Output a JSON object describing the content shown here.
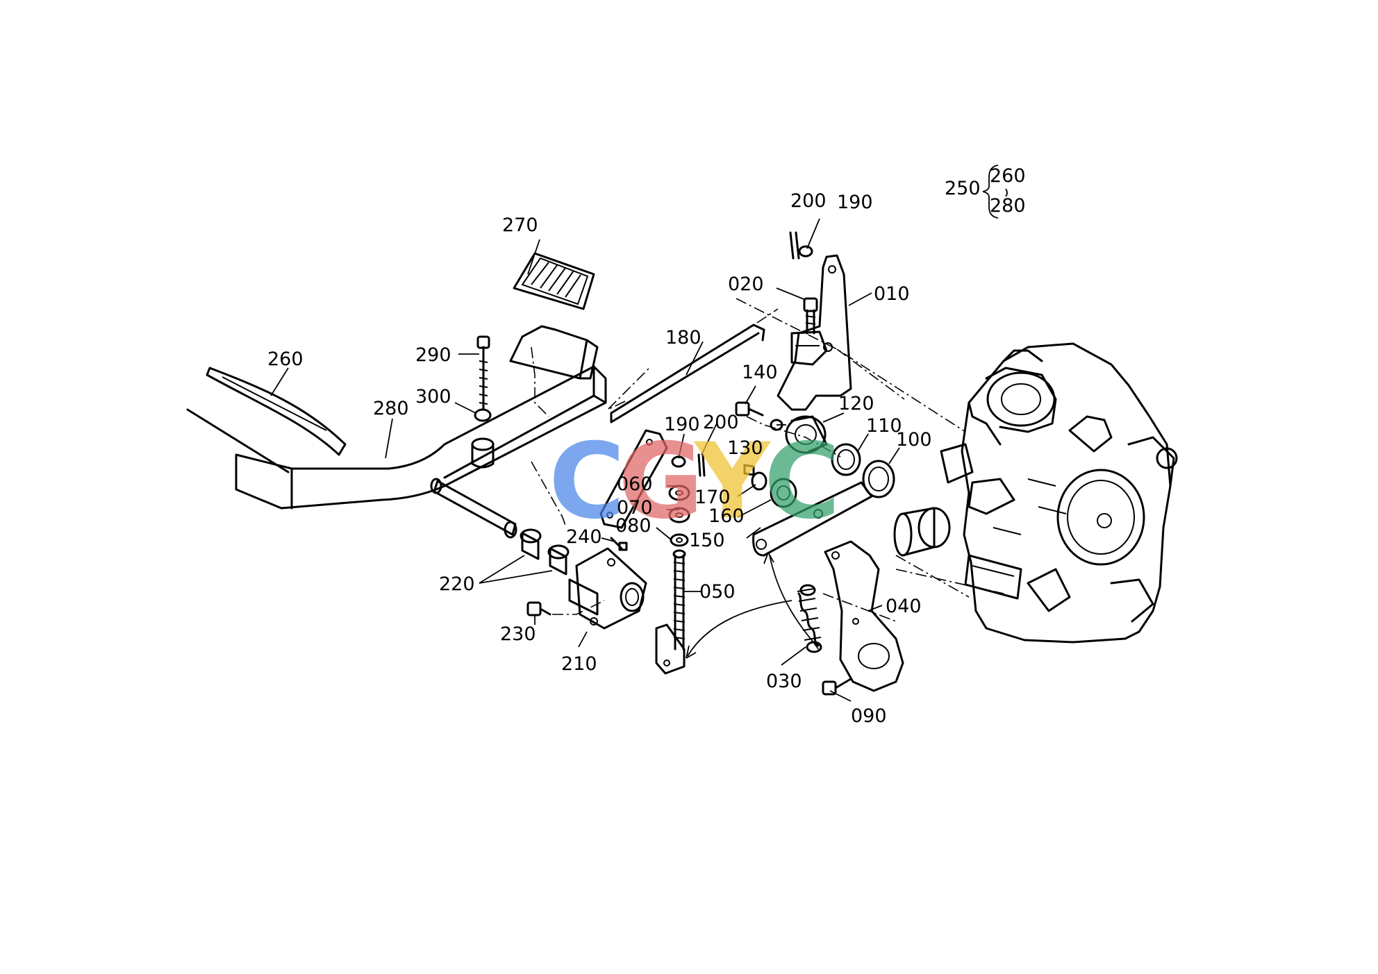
{
  "diagram": {
    "labels": [
      {
        "id": "010",
        "text": "010"
      },
      {
        "id": "020",
        "text": "020"
      },
      {
        "id": "030",
        "text": "030"
      },
      {
        "id": "040",
        "text": "040"
      },
      {
        "id": "050",
        "text": "050"
      },
      {
        "id": "060",
        "text": "060"
      },
      {
        "id": "070",
        "text": "070"
      },
      {
        "id": "080",
        "text": "080"
      },
      {
        "id": "090",
        "text": "090"
      },
      {
        "id": "100",
        "text": "100"
      },
      {
        "id": "110",
        "text": "110"
      },
      {
        "id": "120",
        "text": "120"
      },
      {
        "id": "130",
        "text": "130"
      },
      {
        "id": "140",
        "text": "140"
      },
      {
        "id": "150",
        "text": "150"
      },
      {
        "id": "160",
        "text": "160"
      },
      {
        "id": "170",
        "text": "170"
      },
      {
        "id": "180",
        "text": "180"
      },
      {
        "id": "190a",
        "text": "190"
      },
      {
        "id": "190b",
        "text": "190"
      },
      {
        "id": "200a",
        "text": "200"
      },
      {
        "id": "200b",
        "text": "200"
      },
      {
        "id": "210",
        "text": "210"
      },
      {
        "id": "220",
        "text": "220"
      },
      {
        "id": "230",
        "text": "230"
      },
      {
        "id": "240",
        "text": "240"
      },
      {
        "id": "260",
        "text": "260"
      },
      {
        "id": "270",
        "text": "270"
      },
      {
        "id": "280",
        "text": "280"
      },
      {
        "id": "290",
        "text": "290"
      },
      {
        "id": "300",
        "text": "300"
      }
    ],
    "assembly": {
      "parent": "250",
      "range_start": "260",
      "range_end": "280"
    },
    "watermark": {
      "letters": [
        {
          "char": "C",
          "color": "#4a86e8"
        },
        {
          "char": "G",
          "color": "#e06666"
        },
        {
          "char": "Y",
          "color": "#f1c232"
        },
        {
          "char": "C",
          "color": "#34a06a"
        }
      ]
    }
  }
}
